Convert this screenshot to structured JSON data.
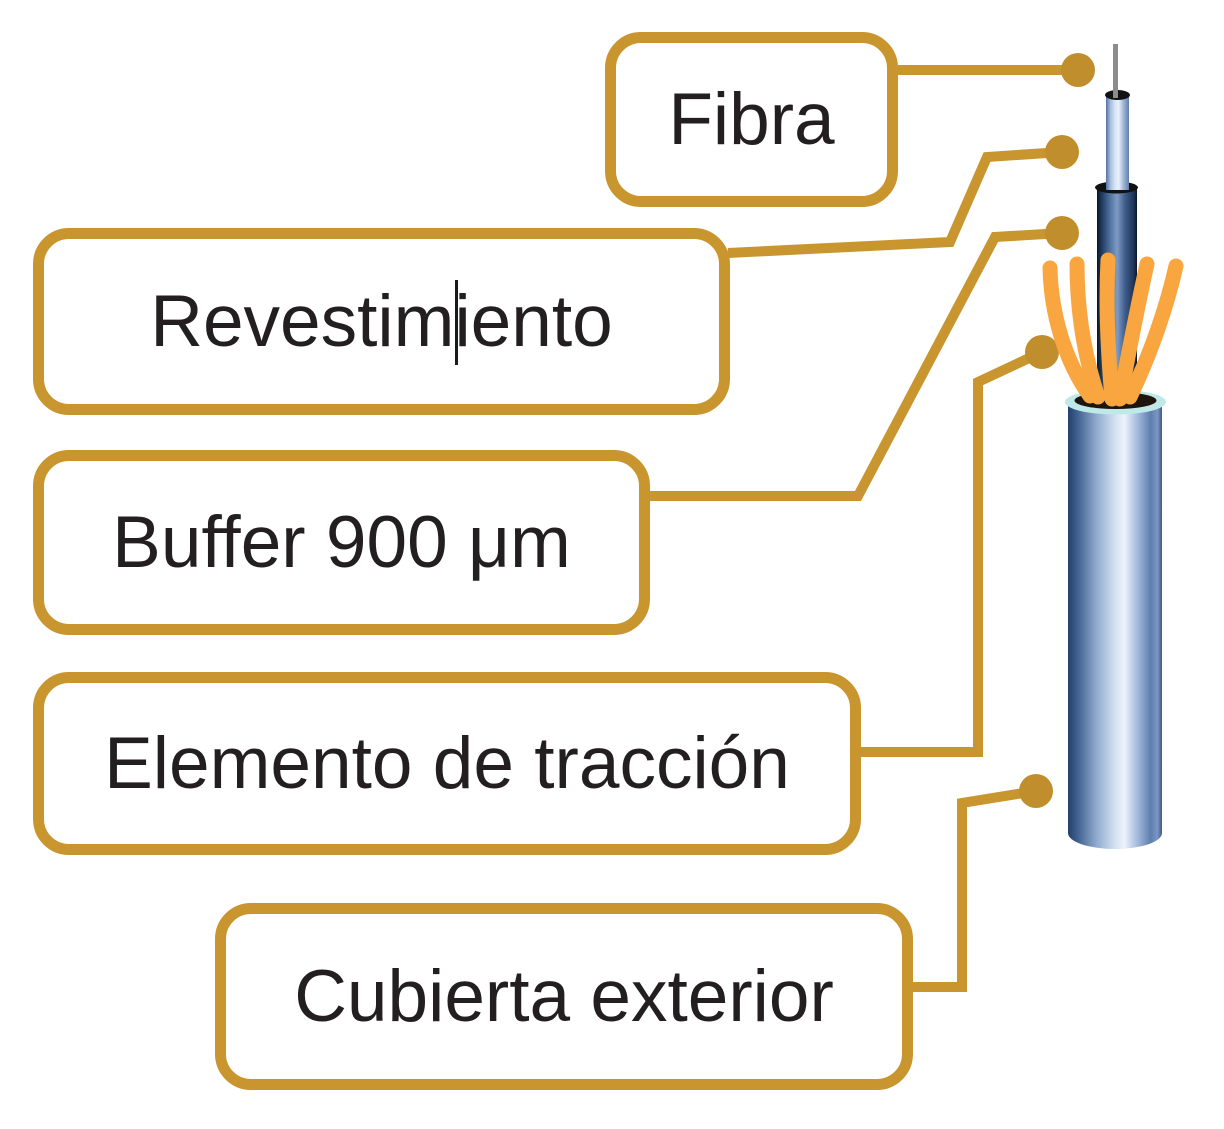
{
  "diagram": {
    "type": "labeled-diagram",
    "subject": "fiber-optic-cable-parts",
    "labels": [
      {
        "id": "fibra",
        "text": "Fibra"
      },
      {
        "id": "revestimiento",
        "text": "Revestimiento"
      },
      {
        "id": "buffer",
        "text": "Buffer 900 μm"
      },
      {
        "id": "elemento-traccion",
        "text": "Elemento de tracción"
      },
      {
        "id": "cubierta-exterior",
        "text": "Cubierta exterior"
      }
    ],
    "colors": {
      "callout_gold": "#C8952F",
      "strand_orange": "#F9A640",
      "jacket_blue_dark": "#2C4871",
      "jacket_blue_light": "#EEF4FB",
      "rim_cyan": "#BFE8E9",
      "opening_dark": "#1D150E",
      "fiber_gray": "#8C8C8F",
      "text": "#231F20",
      "background": "#FFFFFF"
    }
  }
}
